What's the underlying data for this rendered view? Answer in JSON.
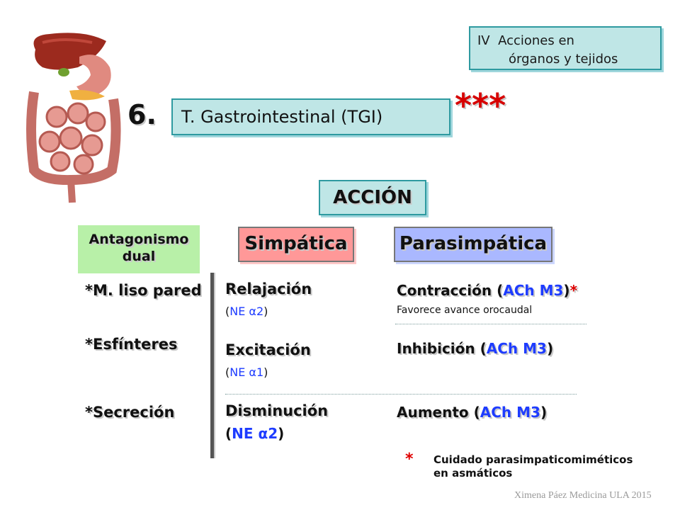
{
  "topic": {
    "line1": "IV  Acciones en",
    "line2": "órganos y tejidos"
  },
  "section": {
    "number": "6.",
    "title": "T. Gastrointestinal (TGI)",
    "stars": "***"
  },
  "accion_label": "ACCIÓN",
  "antagonismo": {
    "line1": "Antagonismo",
    "line2": "dual"
  },
  "simpatica_label": "Simpática",
  "parasimpatica_label": "Parasimpática",
  "rows": [
    {
      "label": "*M. liso pared",
      "simpatica": "Relajación",
      "simpatica_receptor": "NE α2",
      "parasimpatica_pre": "Contracción (",
      "parasimpatica_receptor": "ACh M3",
      "parasimpatica_post": ")",
      "parasimpatica_mark": "*",
      "parasimpatica_note": "Favorece avance orocaudal"
    },
    {
      "label": "*Esfínteres",
      "simpatica": "Excitación",
      "simpatica_receptor": "NE α1",
      "parasimpatica_pre": "Inhibición (",
      "parasimpatica_receptor": "ACh M3",
      "parasimpatica_post": ")"
    },
    {
      "label": "*Secreción",
      "simpatica": "Disminución",
      "simpatica_receptor": "NE α2",
      "parasimpatica_pre": "Aumento (",
      "parasimpatica_receptor": "ACh M3",
      "parasimpatica_post": ")"
    }
  ],
  "note": {
    "mark": "*",
    "text_line1": "Cuidado parasimpaticomiméticos",
    "text_line2": "en asmáticos"
  },
  "footer": "Ximena Páez Medicina ULA 2015",
  "colors": {
    "teal_box": "#bfe6e6",
    "teal_border": "#2e9aa0",
    "green_box": "#b8f0a8",
    "pink_button": "#ff9898",
    "blue_button": "#aab8ff",
    "receptor_blue": "#1e3cff",
    "star_red": "#d70000"
  }
}
